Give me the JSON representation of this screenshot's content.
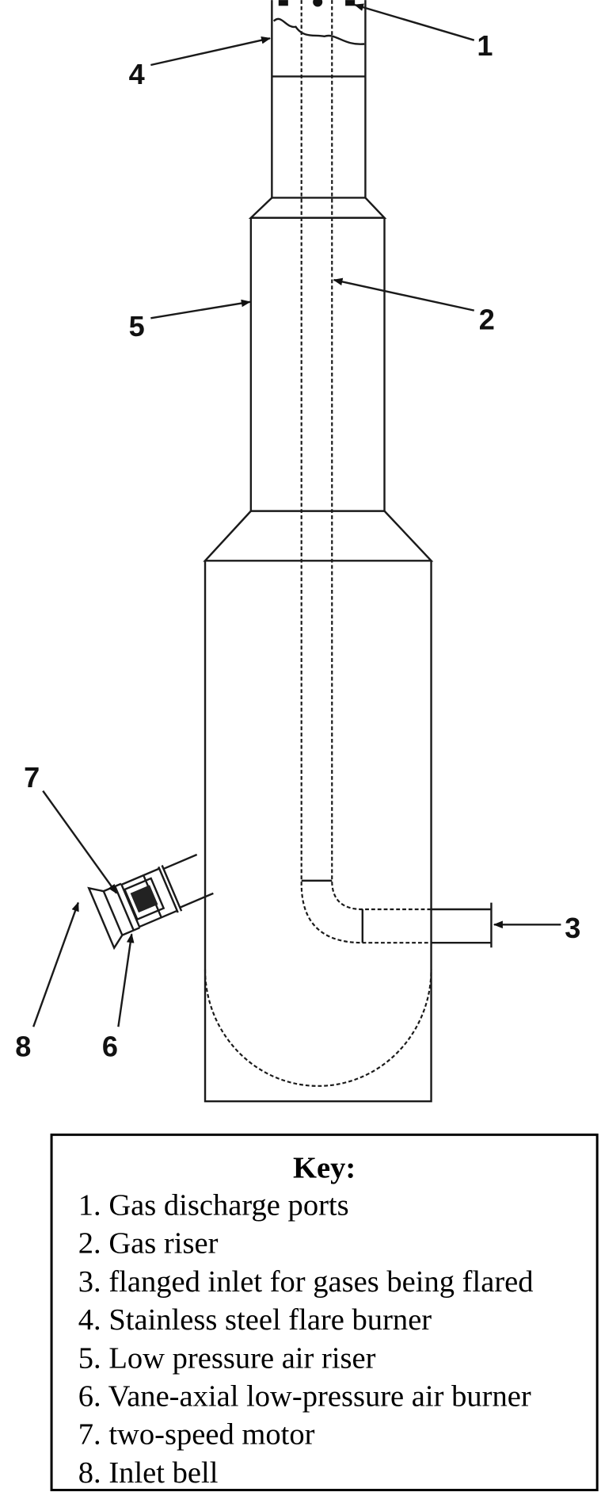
{
  "diagram": {
    "callouts": [
      "1",
      "2",
      "3",
      "4",
      "5",
      "6",
      "7",
      "8"
    ],
    "line_color": "#1a1a1a"
  },
  "key": {
    "title": "Key:",
    "items": [
      "1. Gas discharge ports",
      "2. Gas riser",
      "3. flanged inlet for gases being flared",
      "4. Stainless steel flare burner",
      "5. Low pressure air riser",
      "6. Vane-axial low-pressure air burner",
      "7. two-speed motor",
      "8. Inlet bell"
    ]
  }
}
